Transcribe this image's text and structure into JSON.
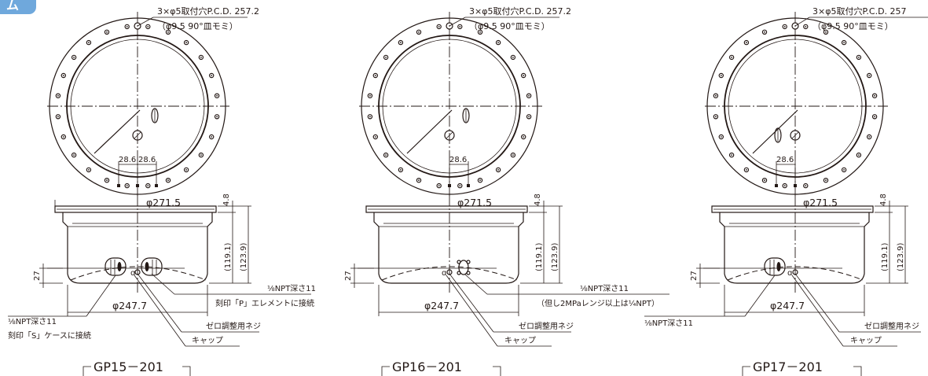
{
  "corner_tab": {
    "label": "ム",
    "color": "#6fa8dc"
  },
  "line_color": "#231815",
  "shared": {
    "mount_holes_line1": "3×φ5取付穴P.C.D. 257.2",
    "mount_holes_line2": "（φ9.5 90°皿モミ）",
    "diameter_top": "φ271.5",
    "diameter_body": "φ247.7",
    "dim_top_thickness": "4.8",
    "dim_height_inner": "(119.1)",
    "dim_height_outer": "(123.9)",
    "dim_port_height": "27",
    "label_zero_screw": "ゼロ調整用ネジ",
    "label_cap": "キャップ",
    "label_npt": "⅛NPT深さ11"
  },
  "gp15": {
    "title": "GP15－201",
    "dim_left": "28.6",
    "dim_right": "28.6",
    "npt_p_label": "⅛NPT深さ11",
    "npt_p_note": "刻印「P」エレメントに接続",
    "npt_s_label": "⅛NPT深さ11",
    "npt_s_note": "刻印「S」ケースに接続"
  },
  "gp16": {
    "title": "GP16－201",
    "dim_pitch": "28.6",
    "npt_label": "⅛NPT深さ11",
    "npt_note": "（但し2MPaレンジ以上は¼NPT）"
  },
  "gp17": {
    "title": "GP17－201",
    "dim_pitch": "28.6",
    "npt_label": "⅛NPT深さ11",
    "mount_holes_line1": "3×φ5取付穴P.C.D. 257"
  }
}
